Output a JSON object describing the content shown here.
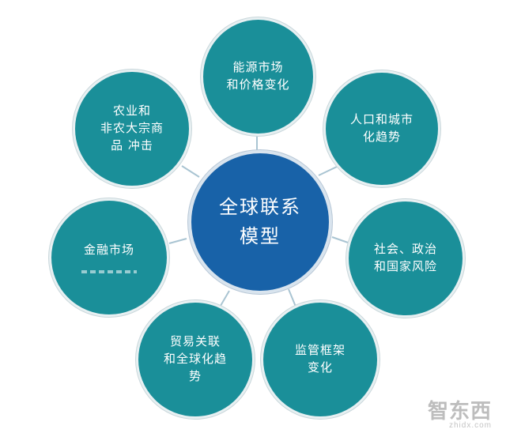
{
  "diagram": {
    "center": {
      "lines": [
        "全球联系",
        "模型"
      ]
    },
    "nodes": [
      {
        "id": "energy",
        "lines": [
          "能源市场",
          "和价格变化"
        ]
      },
      {
        "id": "urbanization",
        "lines": [
          "人口和城市",
          "化趋势"
        ]
      },
      {
        "id": "social-political",
        "lines": [
          "社会、政治",
          "和国家风险"
        ]
      },
      {
        "id": "regulation",
        "lines": [
          "监管框架",
          "变化"
        ]
      },
      {
        "id": "trade",
        "lines": [
          "贸易关联",
          "和全球化趋",
          "势"
        ]
      },
      {
        "id": "financial",
        "lines": [
          "金融市场"
        ]
      },
      {
        "id": "agriculture",
        "lines": [
          "农业和",
          "非农大宗商",
          "品 冲击"
        ]
      }
    ]
  },
  "watermark": {
    "main": "智东西",
    "sub": "zhidx.com"
  },
  "colors": {
    "center_fill": "#1862a8",
    "node_fill": "#1a8f99",
    "connector": "#a9c4d2"
  }
}
